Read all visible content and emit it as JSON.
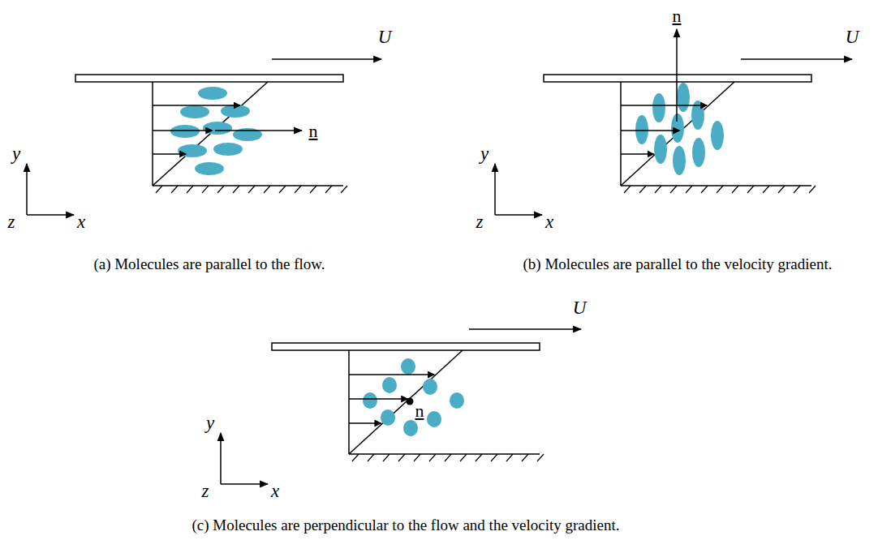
{
  "diagram": {
    "labels": [
      "U",
      "n",
      "y",
      "z",
      "x",
      "(a) Molecules are parallel to the flow.",
      "U",
      "n",
      "y",
      "z",
      "x",
      "(b) Molecules are parallel to the velocity gradient.",
      "U",
      "n",
      "y",
      "z",
      "x",
      "(c) Molecules are perpendicular to the flow and the velocity gradient."
    ]
  }
}
